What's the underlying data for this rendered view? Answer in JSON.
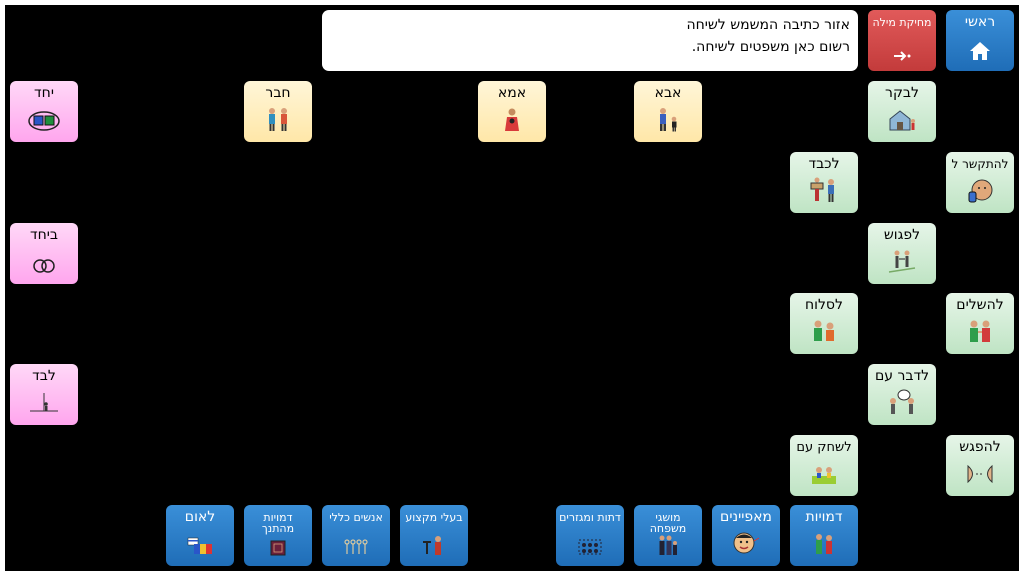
{
  "textarea": {
    "line1": "אזור כתיבה המשמש לשיחה",
    "line2": "רשום כאן משפטים לשיחה."
  },
  "toolbar": {
    "home_label": "ראשי",
    "delete_label": "מחיקת מילה"
  },
  "tiles": {
    "visit": "לבקר",
    "connect": "להתקשר ל",
    "honor": "לכבד",
    "meet": "לפגוש",
    "forgive": "לסלוח",
    "reconcile": "להשלים",
    "talk_with": "לדבר עם",
    "play_with": "לשחק עם",
    "be_met": "להפגש",
    "father": "אבא",
    "mother": "אמא",
    "friend": "חבר",
    "together_a": "יחד",
    "together_b": "ביחד",
    "alone": "לבד"
  },
  "categories": {
    "figures": "דמויות",
    "characteristics": "מאפיינים",
    "family_terms": "מושגי משפחה",
    "religions": "דתות ומגזרים",
    "professionals": "בעלי מקצוע",
    "general_people": "אנשים כללי",
    "tanakh_figures": "דמויות מהתנך",
    "nation": "לאום"
  },
  "colors": {
    "verb": "#c8e8cc",
    "person": "#ffe9a8",
    "adverb": "#ffb0f0",
    "category": "#2a7fcf",
    "delete": "#d04848",
    "background": "#000000"
  }
}
